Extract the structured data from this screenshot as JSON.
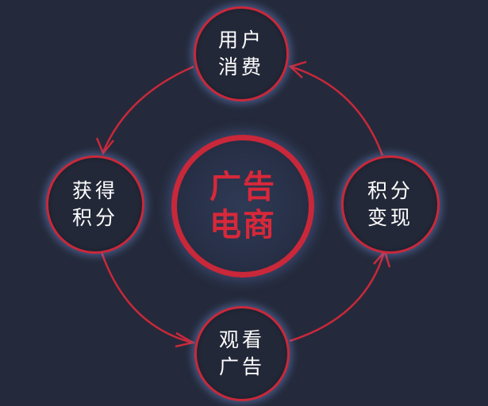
{
  "colors": {
    "background": "#242a3b",
    "accent_red": "#c9283a",
    "node_text": "#ffffff",
    "glow": "#7896e6"
  },
  "center": {
    "line1": "广告",
    "line2": "电商"
  },
  "nodes": {
    "top": {
      "line1": "用户",
      "line2": "消费"
    },
    "right": {
      "line1": "积分",
      "line2": "变现"
    },
    "bottom": {
      "line1": "观看",
      "line2": "广告"
    },
    "left": {
      "line1": "获得",
      "line2": "积分"
    }
  },
  "cycle_order": [
    "top",
    "left",
    "bottom",
    "right"
  ]
}
